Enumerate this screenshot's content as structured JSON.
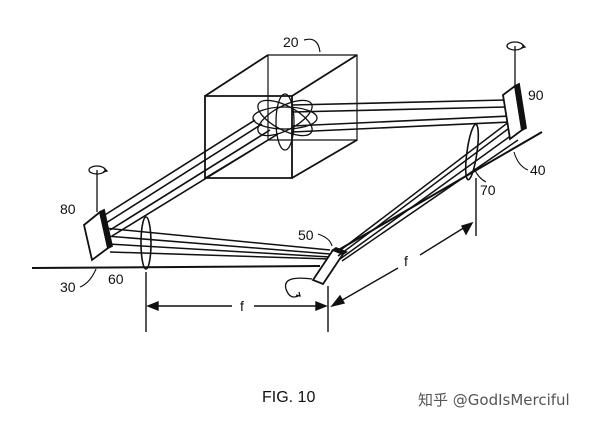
{
  "figure": {
    "caption": "FIG. 10",
    "labels": {
      "cube": "20",
      "beam_in": "30",
      "beam_out": "40",
      "scanner": "50",
      "lens_left": "60",
      "lens_right": "70",
      "mirror_left": "80",
      "mirror_right": "90",
      "focal_left": "f",
      "focal_right": "f"
    }
  },
  "watermark": "知乎 @GodIsMerciful"
}
